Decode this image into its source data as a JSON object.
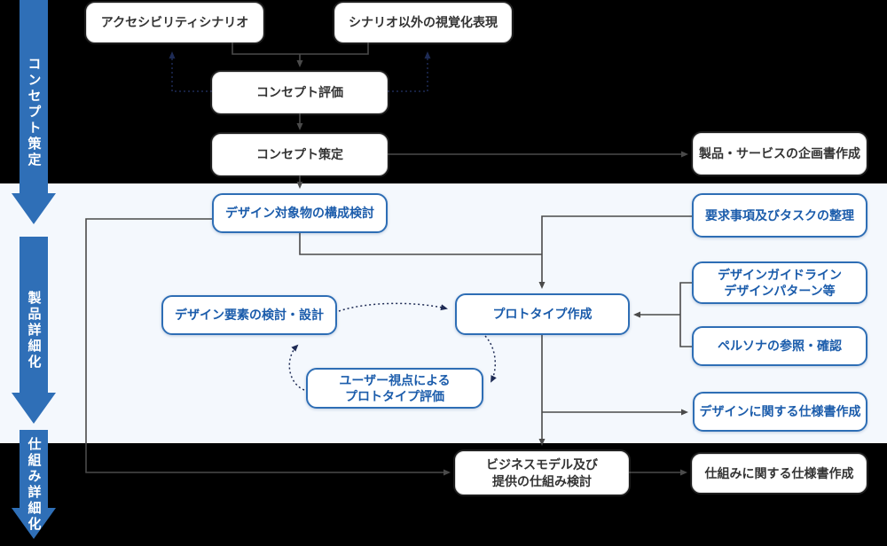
{
  "diagram": {
    "title": "design-process-flowchart",
    "phases": [
      {
        "label": "コンセプト策定"
      },
      {
        "label": "製品詳細化"
      },
      {
        "label": "仕組み詳細化"
      }
    ],
    "nodes": {
      "accessibility_scenario": "アクセシビリティシナリオ",
      "non_scenario_visualization": "シナリオ以外の視覚化表現",
      "concept_evaluation": "コンセプト評価",
      "concept_formulation": "コンセプト策定",
      "product_service_proposal": "製品・サービスの企画書作成",
      "design_object_structure": "デザイン対象物の構成検討",
      "requirements_tasks": "要求事項及びタスクの整理",
      "design_elements": "デザイン要素の検討・設計",
      "prototype_creation": "プロトタイプ作成",
      "design_guidelines": "デザインガイドライン\nデザインパターン等",
      "persona_reference": "ペルソナの参照・確認",
      "user_perspective_evaluation": "ユーザー視点による\nプロトタイプ評価",
      "design_spec": "デザインに関する仕様書作成",
      "business_model": "ビジネスモデル及び\n提供の仕組み検討",
      "mechanism_spec": "仕組みに関する仕様書作成"
    },
    "appearance": {
      "page_bg": "#000000",
      "band_bg": "#f4f8fd",
      "phase_arrow_blue": "#2f6fb7",
      "node_border_blue": "#2e6eb5",
      "node_text_blue": "#1b5cab",
      "line_gray": "#4a4a4a",
      "dotted_navy": "#1e2b55"
    }
  }
}
